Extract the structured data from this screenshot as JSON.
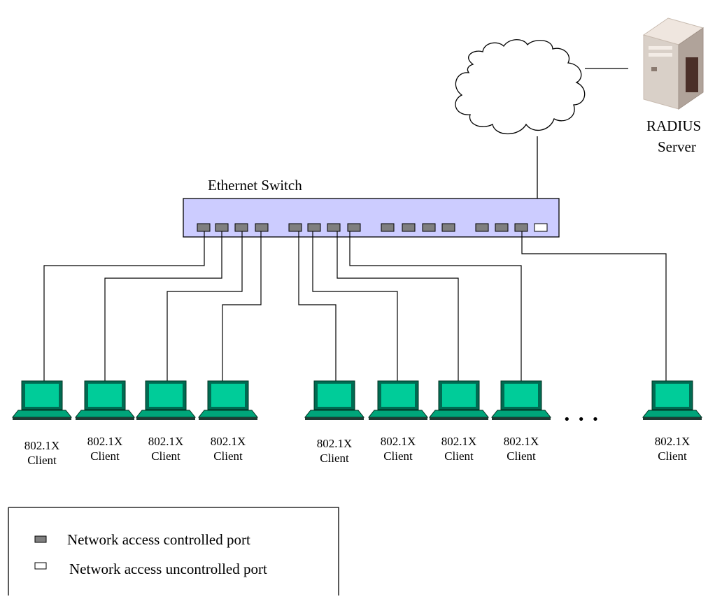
{
  "switch": {
    "label": "Ethernet Switch"
  },
  "server": {
    "line1": "RADIUS",
    "line2": "Server"
  },
  "client": {
    "line1": "802.1X",
    "line2": "Client"
  },
  "ellipsis": "• • •",
  "legend": {
    "controlled": "Network access controlled port",
    "uncontrolled": "Network access uncontrolled port"
  },
  "colors": {
    "switch_fill": "#ccccff",
    "controlled_port": "#7f7f7f",
    "uncontrolled_port": "#ffffff",
    "laptop_screen": "#00cc99",
    "server_body": "#d9d0c8"
  }
}
